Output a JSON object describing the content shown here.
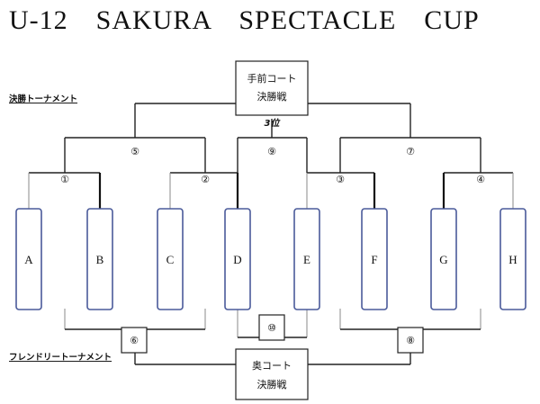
{
  "title": "U-12　SAKURA　SPECTACLE　CUP",
  "sections": {
    "final_label": "決勝トーナメント",
    "friendly_label": "フレンドリートーナメント"
  },
  "final_box": {
    "line1": "手前コート",
    "line2": "決勝戦"
  },
  "third_place_label": "3位",
  "friendly_final_box": {
    "line1": "奥コート",
    "line2": "決勝戦"
  },
  "teams": [
    "A",
    "B",
    "C",
    "D",
    "E",
    "F",
    "G",
    "H"
  ],
  "matches": {
    "r1": [
      "①",
      "②",
      "③",
      "④"
    ],
    "semi_left": "⑤",
    "third": "⑨",
    "semi_right": "⑦",
    "friendly_left": "⑥",
    "friendly_mid": "⑩",
    "friendly_right": "⑧"
  },
  "colors": {
    "team_border": "#4a5a9a",
    "line": "#222222"
  }
}
